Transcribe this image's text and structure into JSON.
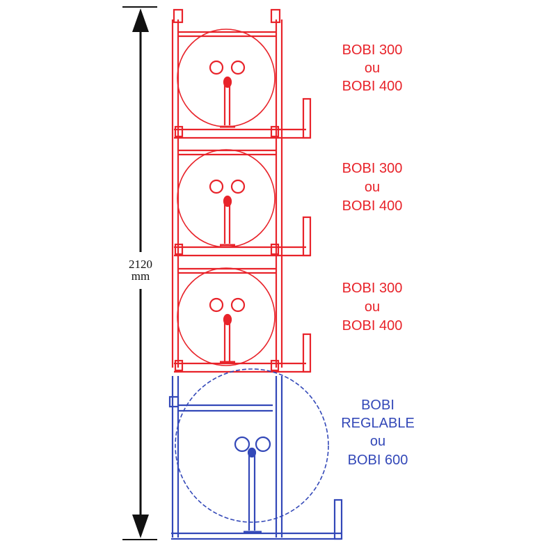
{
  "dimension": {
    "value": "2120",
    "unit": "mm"
  },
  "colors": {
    "stacked": "#e8232a",
    "base": "#3348b8",
    "dimension": "#111111"
  },
  "modules": [
    {
      "lines": [
        "BOBI 300",
        "ou",
        "BOBI 400"
      ]
    },
    {
      "lines": [
        "BOBI 300",
        "ou",
        "BOBI 400"
      ]
    },
    {
      "lines": [
        "BOBI 300",
        "ou",
        "BOBI 400"
      ]
    }
  ],
  "base_module": {
    "lines": [
      "BOBI",
      "REGLABLE",
      "ou",
      "BOBI 600"
    ]
  }
}
